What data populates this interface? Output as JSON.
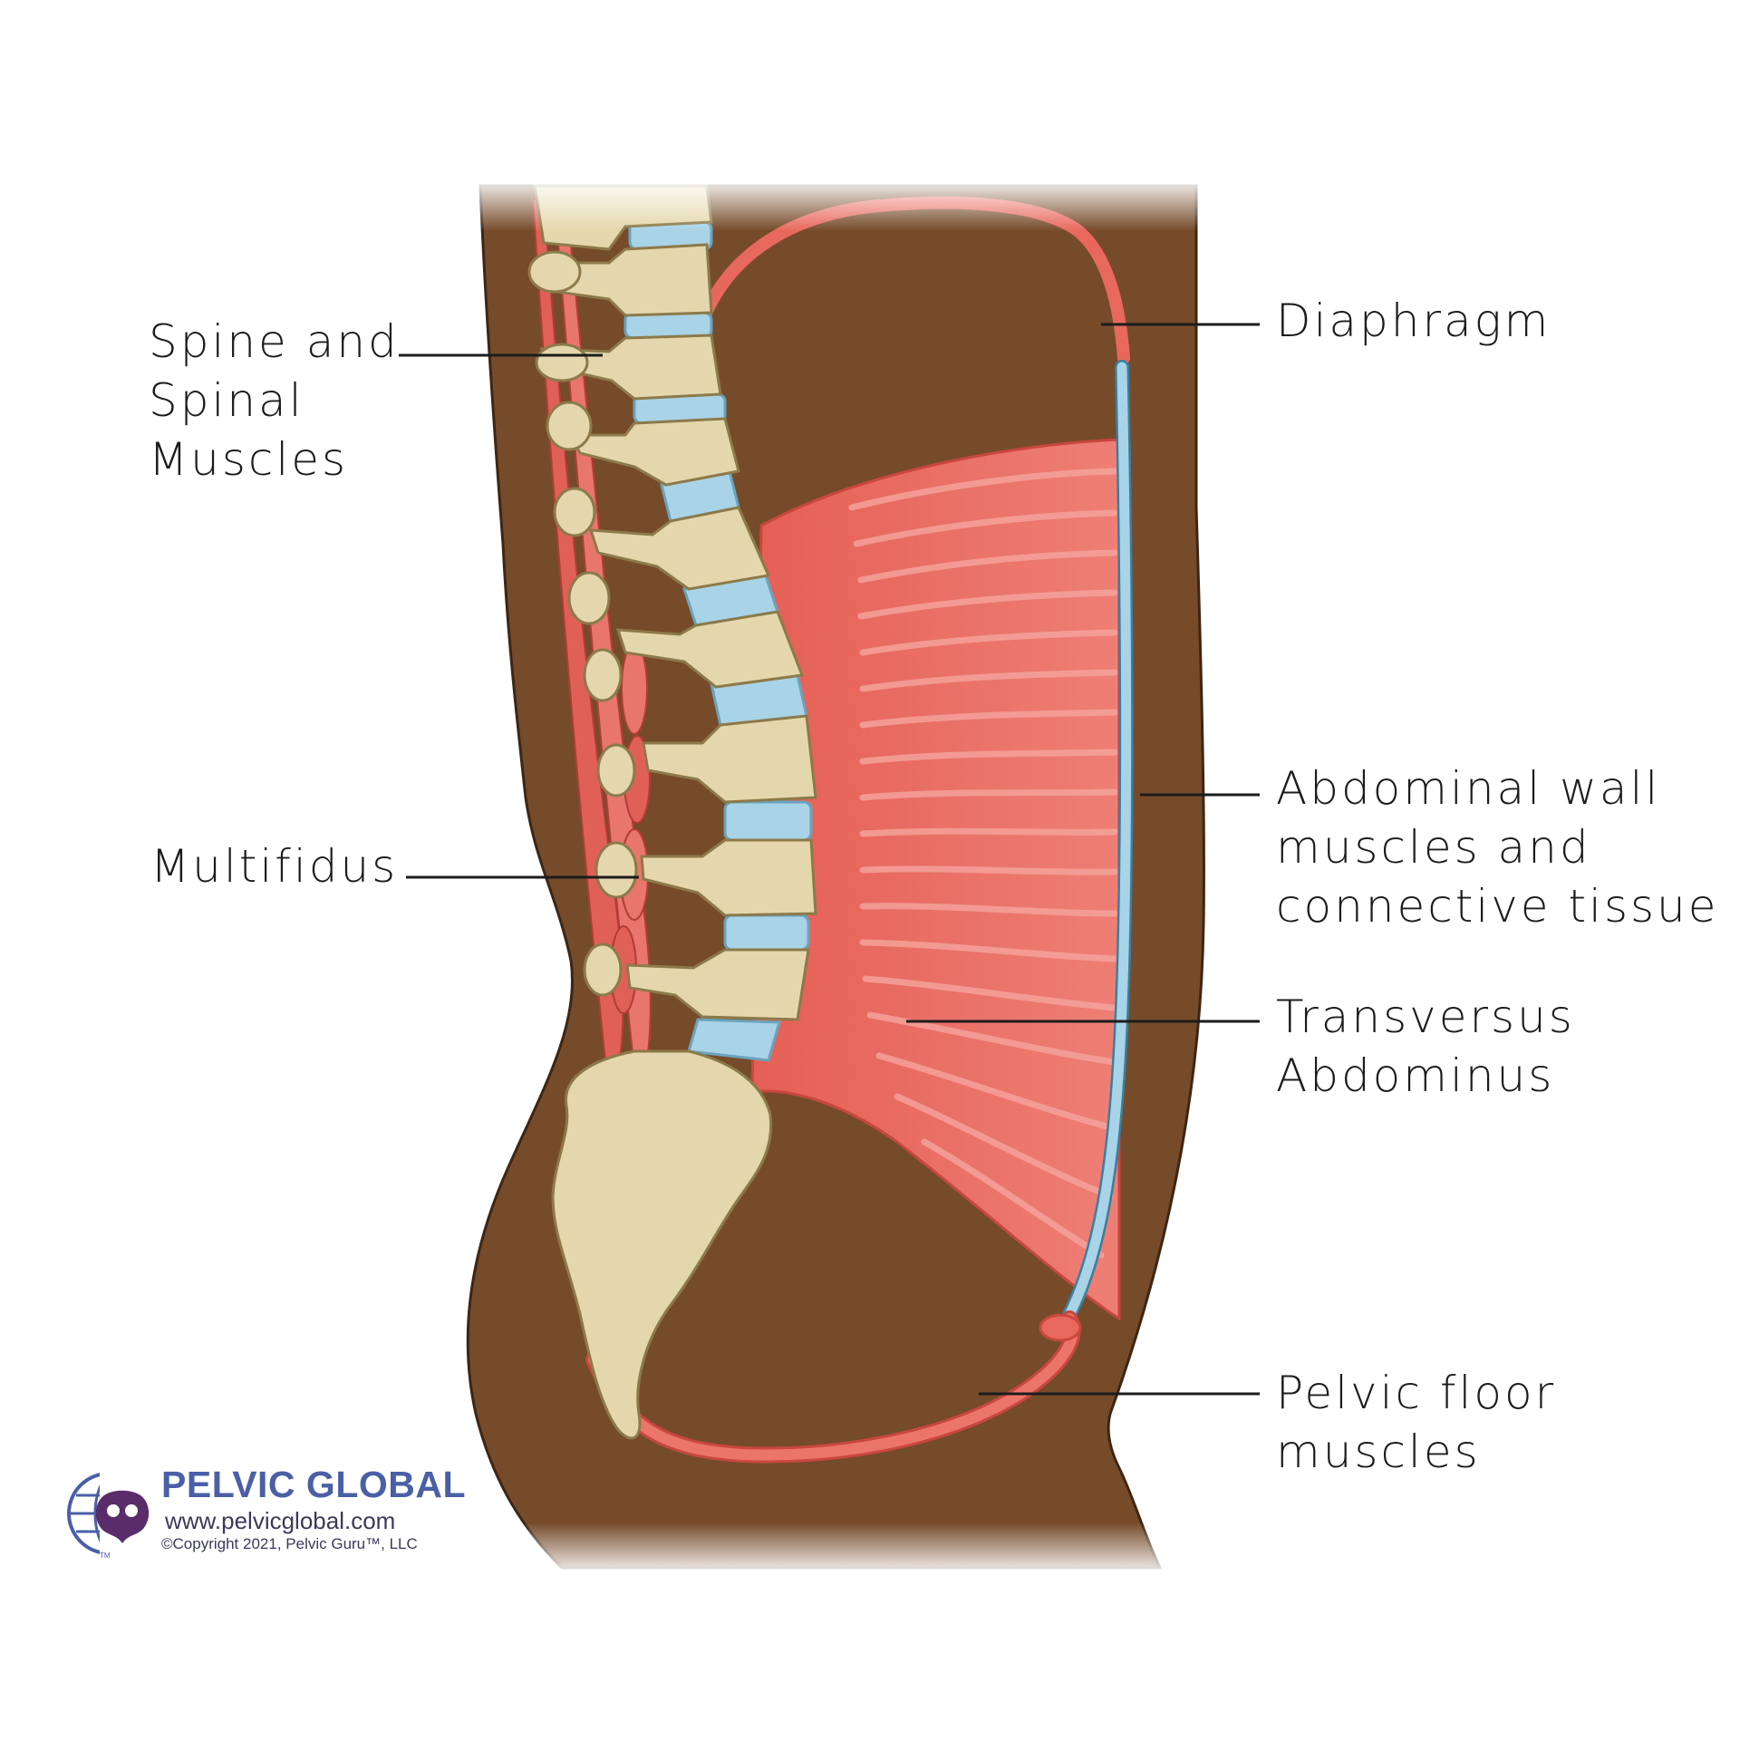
{
  "labels": {
    "diaphragm": [
      "Diaphragm"
    ],
    "spine": [
      "Spine and",
      "Spinal",
      "Muscles"
    ],
    "abdominal_wall": [
      "Abdominal wall",
      "muscles and",
      "connective tissue"
    ],
    "multifidus": [
      "Multifidus"
    ],
    "transversus": [
      "Transversus",
      "Abdominus"
    ],
    "pelvic_floor": [
      "Pelvic floor",
      "muscles"
    ]
  },
  "logo": {
    "name": "PELVIC GLOBAL",
    "url": "www.pelvicglobal.com",
    "copyright": "©Copyright 2021, Pelvic Guru™, LLC",
    "tm": "TM"
  },
  "colors": {
    "body": "#764b2a",
    "bone": "#e5d7ad",
    "disc": "#a9d3e6",
    "muscle": "#e8685d",
    "muscle_light": "#f08a80",
    "leader": "#1c1c1c",
    "logo_blue": "#4a5fa6"
  }
}
